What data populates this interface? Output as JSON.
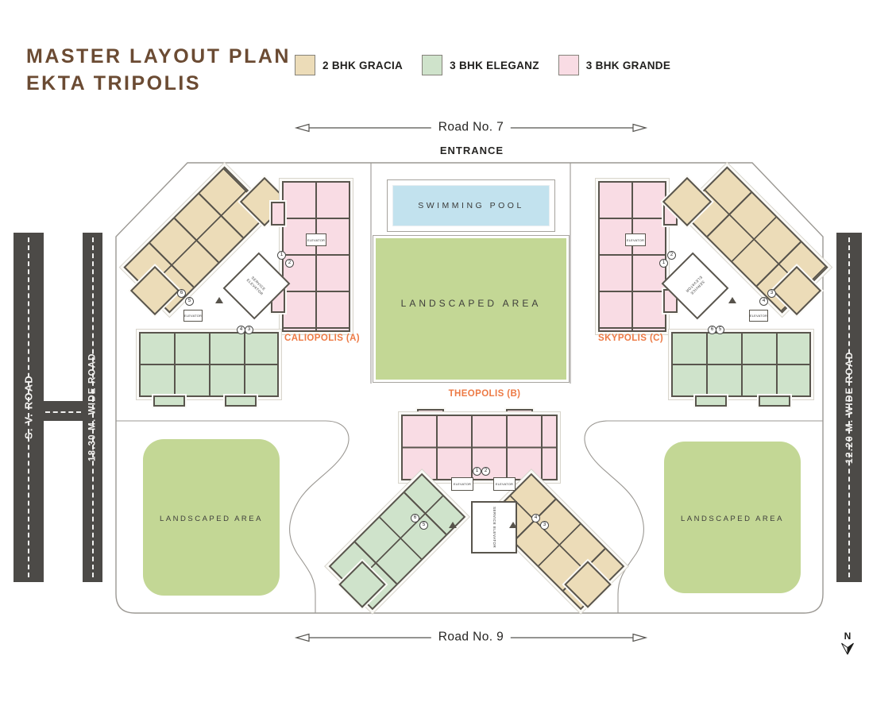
{
  "title": {
    "line1": "MASTER LAYOUT PLAN",
    "line2": "EKTA TRIPOLIS"
  },
  "legend": {
    "items": [
      {
        "label": "2 BHK GRACIA",
        "color": "#ecdcb8"
      },
      {
        "label": "3 BHK ELEGANZ",
        "color": "#cfe3cb"
      },
      {
        "label": "3 BHK GRANDE",
        "color": "#f9dce4"
      }
    ]
  },
  "roads": {
    "top": "Road No. 7",
    "bottom": "Road No. 9",
    "sv": "S. V. ROAD",
    "wide_18": "18.30 M. WIDE ROAD",
    "wide_12": "12.20 M. WIDE ROAD"
  },
  "site": {
    "entrance": "ENTRANCE",
    "pool": "SWIMMING POOL",
    "landscaped_center": "LANDSCAPED AREA",
    "landscaped_left": "LANDSCAPED AREA",
    "landscaped_right": "LANDSCAPED AREA"
  },
  "towers": {
    "a": "CALIOPOLIS (A)",
    "b": "THEOPOLIS (B)",
    "c": "SKYPOLIS (C)"
  },
  "core": {
    "service_elevator": "SERVICE ELEVATOR",
    "elevator": "ELEVATOR"
  },
  "unit_numbers": [
    "1",
    "2",
    "3",
    "4",
    "5",
    "6"
  ],
  "compass": {
    "north": "N"
  },
  "colors": {
    "brown": "#6b4b33",
    "orange": "#ed7a45",
    "gracia": "#ecdcb8",
    "eleganz": "#cfe3cb",
    "grande": "#f9dce4",
    "wall": "#59554d",
    "landscape": "#c3d795",
    "pool": "#c2e2ee",
    "road": "#4c4a47",
    "boundary": "#9b9893",
    "ink": "#2e2d2b"
  }
}
